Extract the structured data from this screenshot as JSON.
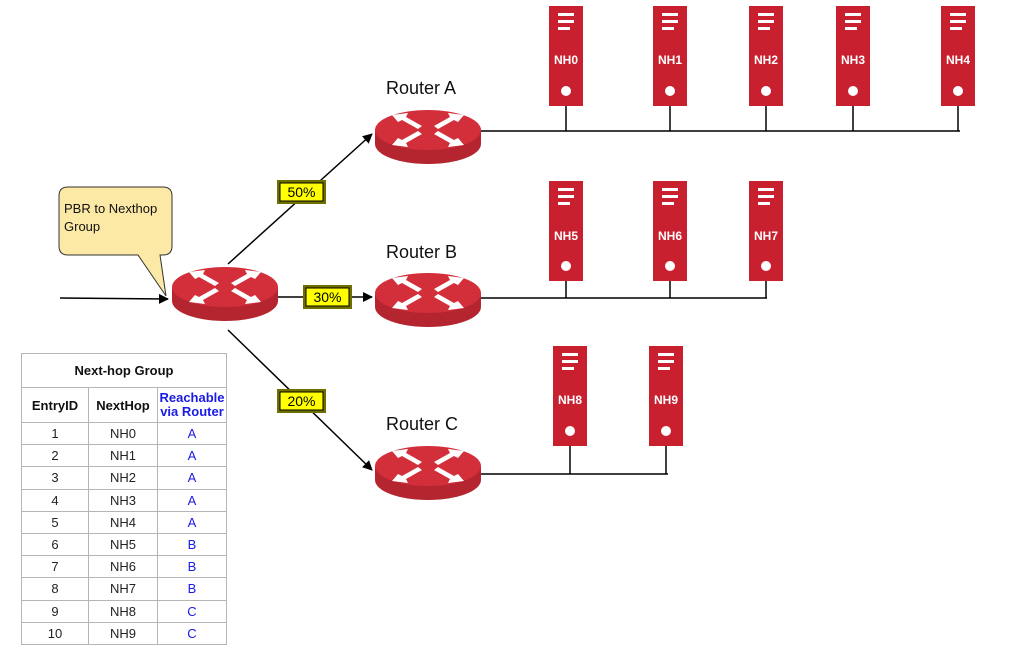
{
  "callout": {
    "lines": [
      "PBR to Nexthop",
      "Group"
    ]
  },
  "routers": [
    {
      "id": "A",
      "label": "Router A",
      "share": "50%"
    },
    {
      "id": "B",
      "label": "Router B",
      "share": "30%"
    },
    {
      "id": "C",
      "label": "Router C",
      "share": "20%"
    }
  ],
  "nexthops": [
    "NH0",
    "NH1",
    "NH2",
    "NH3",
    "NH4",
    "NH5",
    "NH6",
    "NH7",
    "NH8",
    "NH9"
  ],
  "table": {
    "title": "Next-hop Group",
    "headers": [
      "EntryID",
      "NextHop",
      "Reachable via Router"
    ],
    "rows": [
      [
        "1",
        "NH0",
        "A"
      ],
      [
        "2",
        "NH1",
        "A"
      ],
      [
        "3",
        "NH2",
        "A"
      ],
      [
        "4",
        "NH3",
        "A"
      ],
      [
        "5",
        "NH4",
        "A"
      ],
      [
        "6",
        "NH5",
        "B"
      ],
      [
        "7",
        "NH6",
        "B"
      ],
      [
        "8",
        "NH7",
        "B"
      ],
      [
        "9",
        "NH8",
        "C"
      ],
      [
        "10",
        "NH9",
        "C"
      ]
    ]
  },
  "colors": {
    "router": "#d32f3a",
    "router_dark": "#b5252f",
    "server": "#c8202f",
    "label_box": "#ffff00",
    "callout_bg": "#fde9a6",
    "link_blue": "#1a1ae6"
  }
}
